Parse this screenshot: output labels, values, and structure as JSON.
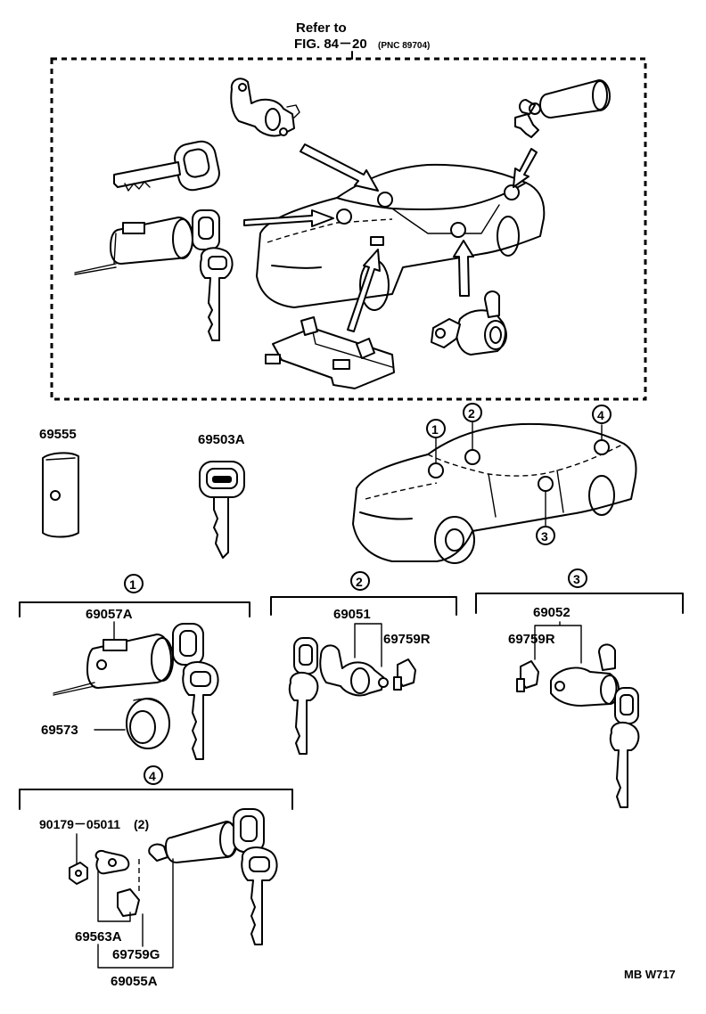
{
  "refer": {
    "line1": "Refer to",
    "line2": "FIG. 84－20",
    "pnc": "(PNC 89704)"
  },
  "parts": {
    "p69555": "69555",
    "p69503A": "69503A",
    "p69057A": "69057A",
    "p69573": "69573",
    "p69051": "69051",
    "p69759R_a": "69759R",
    "p69052": "69052",
    "p69759R_b": "69759R",
    "p90179": "90179－05011",
    "p90179_qty": "(2)",
    "p69563A": "69563A",
    "p69759G": "69759G",
    "p69055A": "69055A"
  },
  "callouts": {
    "c1": "1",
    "c2": "2",
    "c3": "3",
    "c4": "4"
  },
  "code": "MB W717"
}
